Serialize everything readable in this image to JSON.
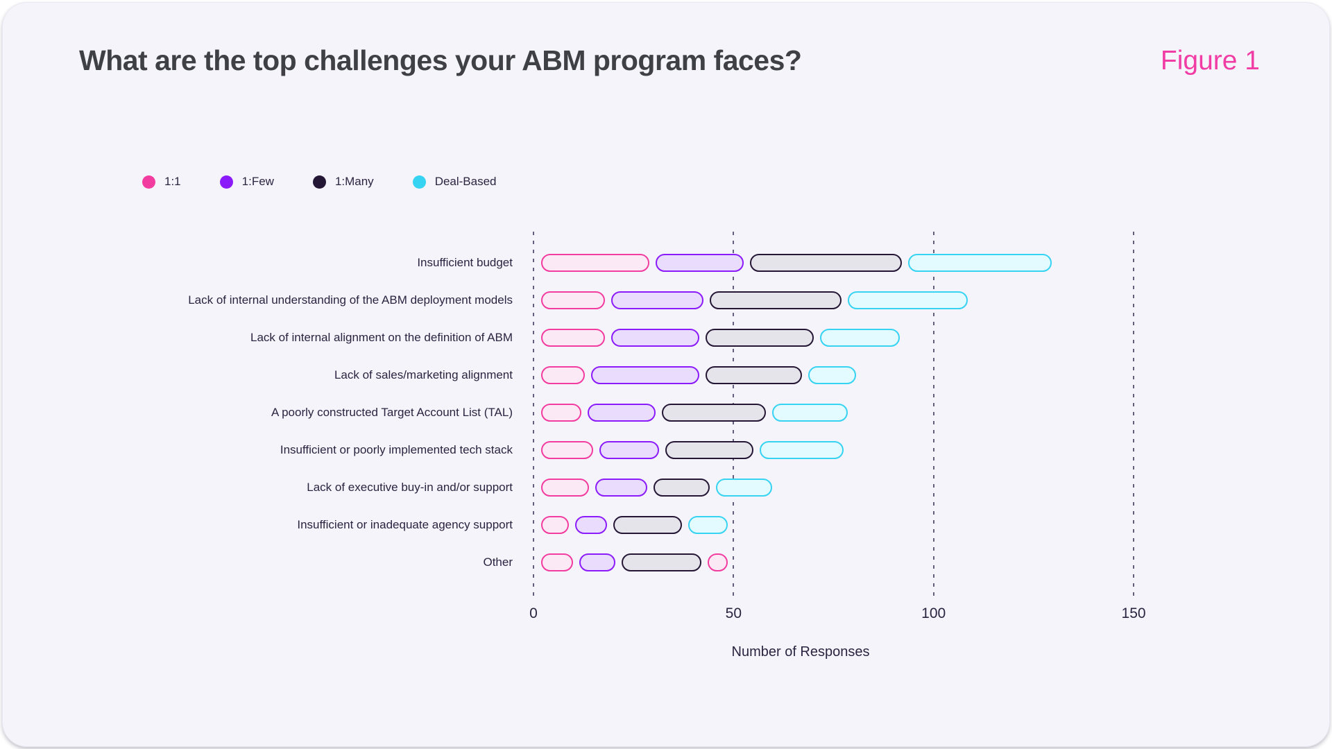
{
  "header": {
    "title": "What are the top challenges your ABM program faces?",
    "figure_label": "Figure 1"
  },
  "legend": {
    "items": [
      {
        "label": "1:1",
        "series": "1:1"
      },
      {
        "label": "1:Few",
        "series": "1:Few"
      },
      {
        "label": "1:Many",
        "series": "1:Many"
      },
      {
        "label": "Deal-Based",
        "series": "Deal-Based"
      }
    ]
  },
  "colors": {
    "page_background": "#FFFFFF",
    "card_background": "#F5F4FA",
    "title_text": "#3F3F46",
    "accent_pink": "#F03CA4",
    "body_text": "#2B2440",
    "gridline": "#4A4468",
    "series": {
      "1:1": {
        "border": "#F23C9F",
        "fill": "#FCE9F6"
      },
      "1:Few": {
        "border": "#8B1BFA",
        "fill": "#EADCFC"
      },
      "1:Many": {
        "border": "#241736",
        "fill": "#E6E4EB"
      },
      "Deal-Based": {
        "border": "#36D3F2",
        "fill": "#E3FAFE"
      }
    }
  },
  "chart_data": {
    "type": "bar",
    "orientation": "horizontal",
    "stacked": true,
    "title": "What are the top challenges your ABM program faces?",
    "xlabel": "Number of Responses",
    "ylabel": "",
    "xlim": [
      0,
      150
    ],
    "x_ticks": [
      "0",
      "50",
      "100",
      "150"
    ],
    "x_tick_values": [
      0,
      50,
      100,
      150
    ],
    "grid": "dashed-vertical",
    "legend_position": "top-left",
    "categories": [
      "Insufficient budget",
      "Lack of internal understanding of the ABM deployment models",
      "Lack of internal alignment on the definition of ABM",
      "Lack of sales/marketing alignment",
      "A poorly constructed Target Account List (TAL)",
      "Insufficient or poorly implemented tech stack",
      "Lack of executive buy-in and/or support",
      "Insufficient or inadequate agency support",
      "Other"
    ],
    "series": [
      {
        "name": "1:1",
        "values": [
          27,
          16,
          16,
          11,
          10,
          13,
          12,
          7,
          8
        ]
      },
      {
        "name": "1:Few",
        "values": [
          22,
          23,
          22,
          27,
          17,
          15,
          13,
          8,
          9
        ]
      },
      {
        "name": "1:Many",
        "values": [
          38,
          33,
          27,
          24,
          26,
          22,
          14,
          17,
          20
        ]
      },
      {
        "name": "Deal-Based",
        "values": [
          36,
          30,
          20,
          12,
          19,
          21,
          14,
          10,
          5
        ]
      }
    ],
    "rows": [
      {
        "label": "Insufficient budget",
        "segments": [
          {
            "series": "1:1",
            "value": 27
          },
          {
            "series": "1:Few",
            "value": 22
          },
          {
            "series": "1:Many",
            "value": 38
          },
          {
            "series": "Deal-Based",
            "value": 36
          }
        ]
      },
      {
        "label": "Lack of internal understanding of the ABM deployment models",
        "segments": [
          {
            "series": "1:1",
            "value": 16
          },
          {
            "series": "1:Few",
            "value": 23
          },
          {
            "series": "1:Many",
            "value": 33
          },
          {
            "series": "Deal-Based",
            "value": 30
          }
        ]
      },
      {
        "label": "Lack of internal alignment on the definition of ABM",
        "segments": [
          {
            "series": "1:1",
            "value": 16
          },
          {
            "series": "1:Few",
            "value": 22
          },
          {
            "series": "1:Many",
            "value": 27
          },
          {
            "series": "Deal-Based",
            "value": 20
          }
        ]
      },
      {
        "label": "Lack of sales/marketing alignment",
        "segments": [
          {
            "series": "1:1",
            "value": 11
          },
          {
            "series": "1:Few",
            "value": 27
          },
          {
            "series": "1:Many",
            "value": 24
          },
          {
            "series": "Deal-Based",
            "value": 12
          }
        ]
      },
      {
        "label": "A poorly constructed Target Account List (TAL)",
        "segments": [
          {
            "series": "1:1",
            "value": 10
          },
          {
            "series": "1:Few",
            "value": 17
          },
          {
            "series": "1:Many",
            "value": 26
          },
          {
            "series": "Deal-Based",
            "value": 19
          }
        ]
      },
      {
        "label": "Insufficient or poorly implemented tech stack",
        "segments": [
          {
            "series": "1:1",
            "value": 13
          },
          {
            "series": "1:Few",
            "value": 15
          },
          {
            "series": "1:Many",
            "value": 22
          },
          {
            "series": "Deal-Based",
            "value": 21
          }
        ]
      },
      {
        "label": "Lack of executive buy-in and/or support",
        "segments": [
          {
            "series": "1:1",
            "value": 12
          },
          {
            "series": "1:Few",
            "value": 13
          },
          {
            "series": "1:Many",
            "value": 14
          },
          {
            "series": "Deal-Based",
            "value": 14
          }
        ]
      },
      {
        "label": "Insufficient or inadequate agency support",
        "segments": [
          {
            "series": "1:1",
            "value": 7
          },
          {
            "series": "1:Few",
            "value": 8
          },
          {
            "series": "1:Many",
            "value": 17
          },
          {
            "series": "Deal-Based",
            "value": 10
          }
        ]
      },
      {
        "label": "Other",
        "segments": [
          {
            "series": "1:1",
            "value": 8
          },
          {
            "series": "1:Few",
            "value": 9
          },
          {
            "series": "1:Many",
            "value": 20
          },
          {
            "series": "Deal-Based",
            "value": 5,
            "palette": "1:1"
          }
        ]
      }
    ]
  }
}
